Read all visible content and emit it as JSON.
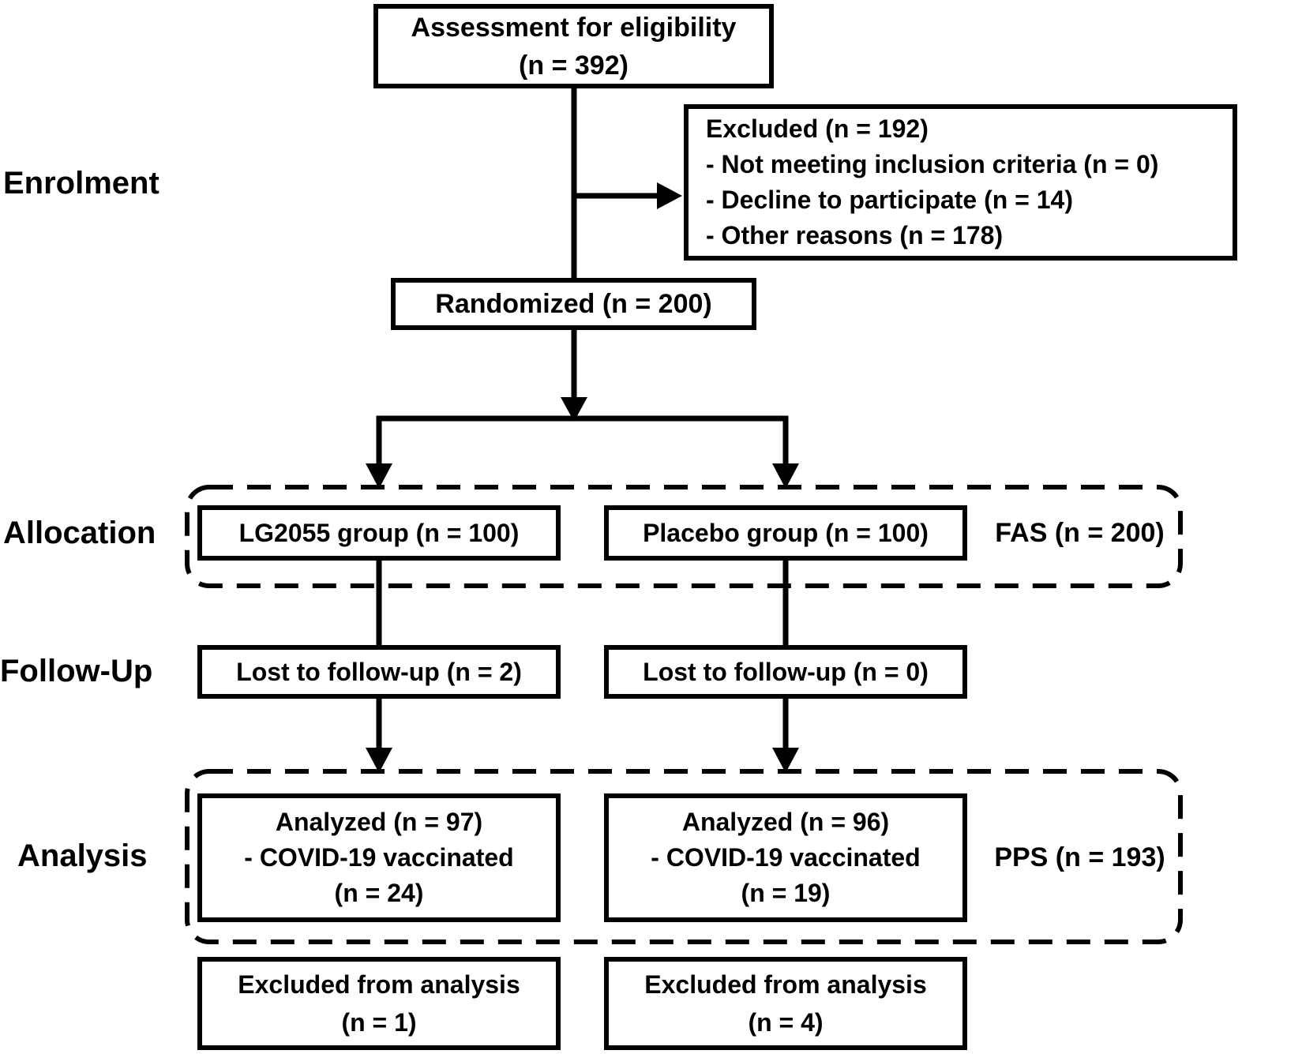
{
  "flowchart": {
    "title_hint": "CONSORT participant flow diagram",
    "colors": {
      "line": "#000000",
      "background": "#ffffff",
      "text": "#000000"
    },
    "stage_labels": [
      "Enrolment",
      "Allocation",
      "Follow-Up",
      "Analysis"
    ],
    "boxes": {
      "assessment": {
        "lines": [
          "Assessment for eligibility",
          "(n = 392)"
        ]
      },
      "excluded": {
        "lines": [
          "Excluded (n = 192)",
          "- Not meeting inclusion criteria (n = 0)",
          "- Decline to participate (n = 14)",
          "- Other reasons (n = 178)"
        ]
      },
      "randomized": {
        "lines": [
          "Randomized (n = 200)"
        ]
      },
      "lg_group": {
        "lines": [
          "LG2055 group (n = 100)"
        ]
      },
      "placebo_group": {
        "lines": [
          "Placebo group (n = 100)"
        ]
      },
      "fas_note": "FAS (n = 200)",
      "lost_followup_lg": {
        "lines": [
          "Lost to follow-up (n = 2)"
        ]
      },
      "lost_followup_placebo": {
        "lines": [
          "Lost to follow-up (n = 0)"
        ]
      },
      "analyzed_lg": {
        "lines": [
          "Analyzed (n = 97)",
          "- COVID-19 vaccinated",
          "(n = 24)"
        ]
      },
      "analyzed_placebo": {
        "lines": [
          "Analyzed (n = 96)",
          "- COVID-19 vaccinated",
          "(n = 19)"
        ]
      },
      "pps_note": "PPS (n = 193)",
      "excluded_analysis_lg": {
        "lines": [
          "Excluded from analysis",
          "(n = 1)"
        ]
      },
      "excluded_analysis_placebo": {
        "lines": [
          "Excluded from analysis",
          "(n = 4)"
        ]
      }
    }
  }
}
